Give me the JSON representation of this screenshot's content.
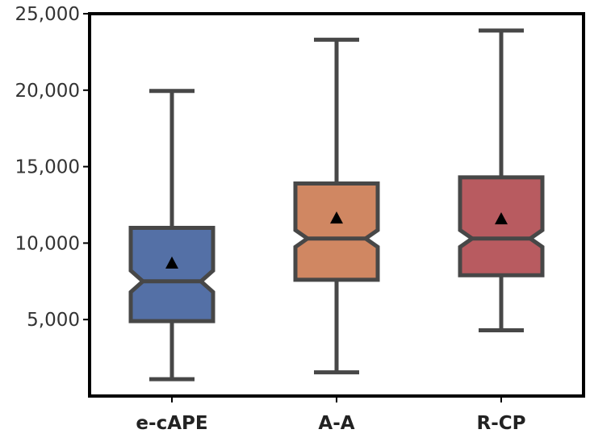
{
  "chart_data": {
    "type": "box",
    "title": "",
    "xlabel": "",
    "ylabel": "",
    "ylim": [
      0,
      25000
    ],
    "yticks": [
      5000,
      10000,
      15000,
      20000,
      25000
    ],
    "ytick_labels": [
      "5,000",
      "10,000",
      "15,000",
      "20,000",
      "25,000"
    ],
    "notched": true,
    "show_means": true,
    "grid": false,
    "categories": [
      "e-cAPE",
      "A-A",
      "R-CP"
    ],
    "series": [
      {
        "category": "e-cAPE",
        "color": "#5470a6",
        "whisker_low": 1100,
        "q1": 4900,
        "median": 7500,
        "q3": 11000,
        "whisker_high": 19950,
        "mean": 8700,
        "notch_low": 6800,
        "notch_high": 8200
      },
      {
        "category": "A-A",
        "color": "#d08762",
        "whisker_low": 1550,
        "q1": 7600,
        "median": 10300,
        "q3": 13900,
        "whisker_high": 23300,
        "mean": 11650,
        "notch_low": 9750,
        "notch_high": 10850
      },
      {
        "category": "R-CP",
        "color": "#b85b60",
        "whisker_low": 4300,
        "q1": 7900,
        "median": 10300,
        "q3": 14300,
        "whisker_high": 23900,
        "mean": 11600,
        "notch_low": 9750,
        "notch_high": 10850
      }
    ]
  }
}
